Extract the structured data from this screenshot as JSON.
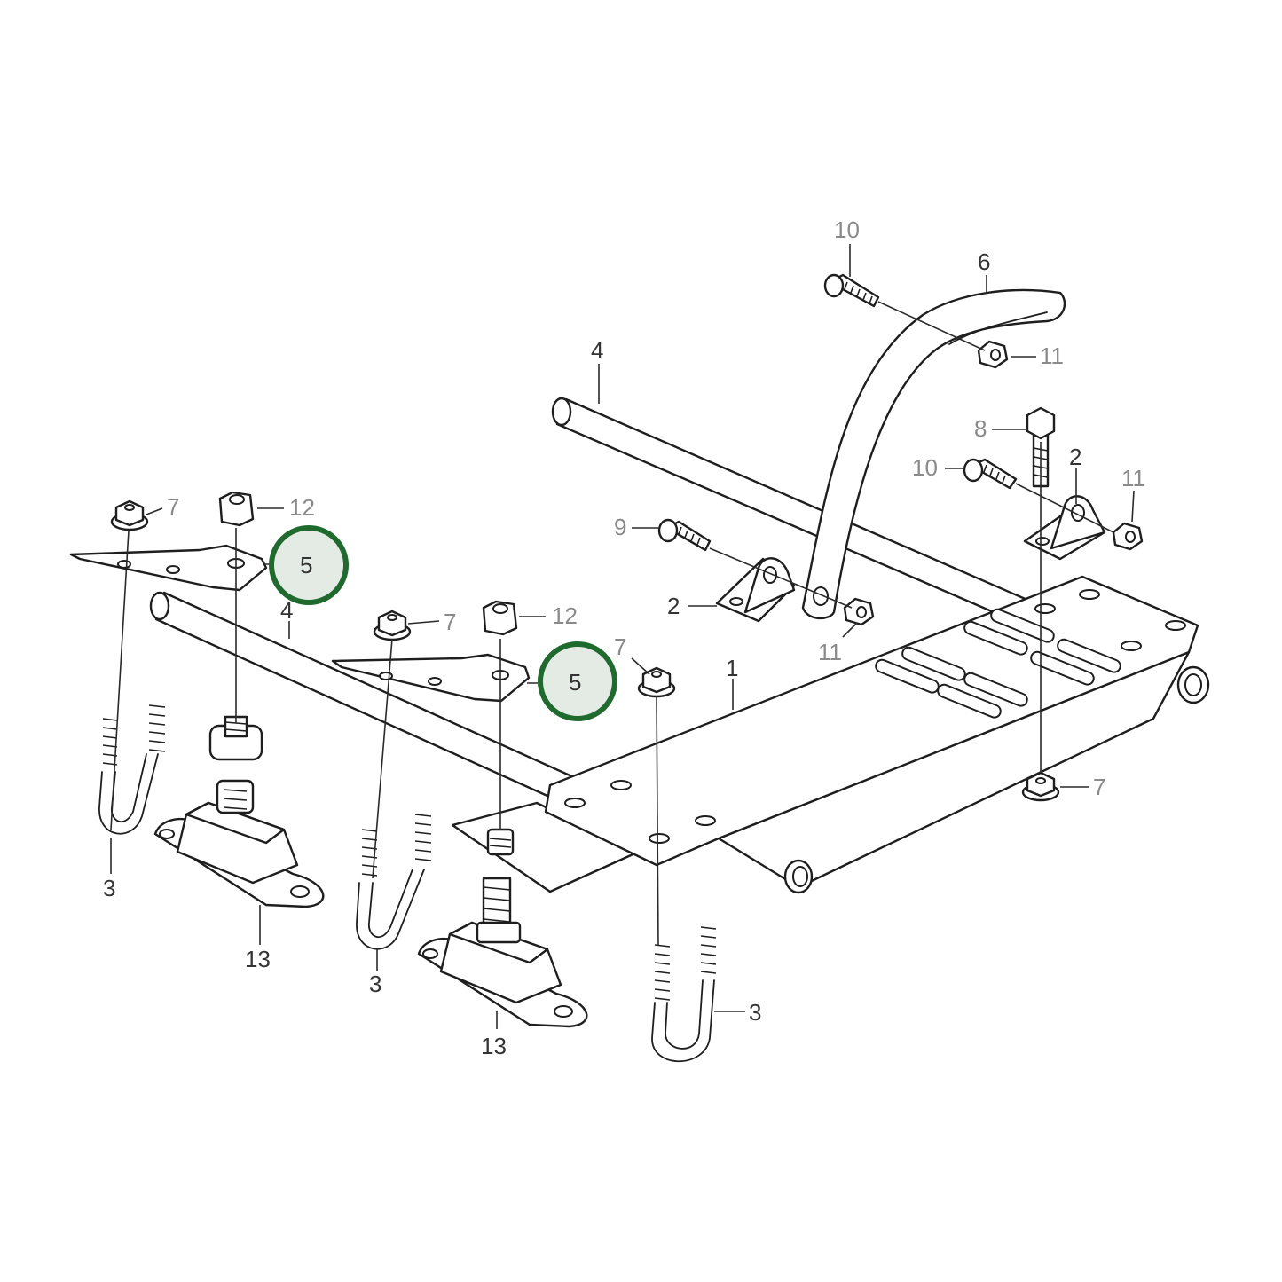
{
  "diagram": {
    "labels": {
      "c10_top": "10",
      "c6": "6",
      "c11_top": "11",
      "c4_back": "4",
      "c8": "8",
      "c10_mid": "10",
      "c2_right": "2",
      "c11_right": "11",
      "c9": "9",
      "c2_mid": "2",
      "c11_mid": "11",
      "c7_left": "7",
      "c12_left": "12",
      "c5_left": "5",
      "c4_front": "4",
      "c7_mid": "7",
      "c12_mid": "12",
      "c5_mid": "5",
      "c7_plate": "7",
      "c1": "1",
      "c7_right": "7",
      "c3_left": "3",
      "c13_left": "13",
      "c3_mid": "3",
      "c13_mid": "13",
      "c3_right": "3"
    },
    "highlight_color": "#1f6b2e"
  }
}
